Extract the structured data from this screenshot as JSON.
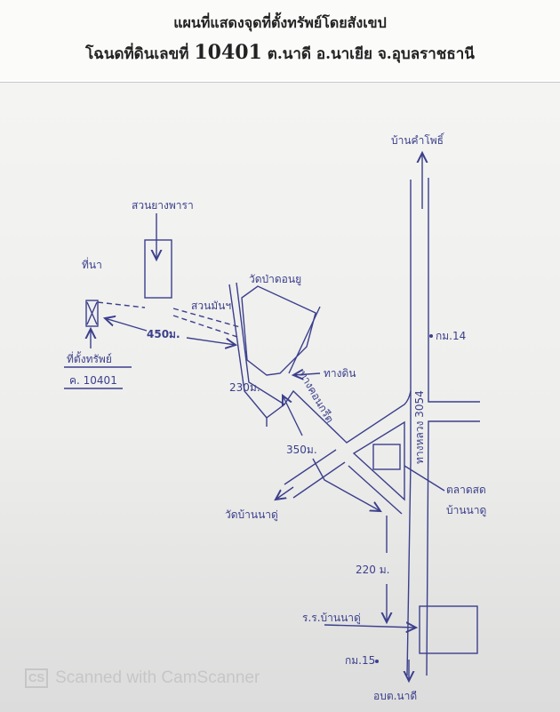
{
  "header": {
    "title": "แผนที่แสดงจุดที่ตั้งทรัพย์โดยสังเขป",
    "deed_prefix": "โฉนดที่ดินเลขที่",
    "deed_number": "10401",
    "location": "ต.นาดี  อ.นาเยีย จ.อุบลราชธานี"
  },
  "map": {
    "north_destination": "บ้านคำโพธิ์",
    "km14": "กม.14",
    "highway": "ทางหลวง 3054",
    "rubber_plantation": "สวนยางพารา",
    "paddy": "ที่นา",
    "cassava": "สวนมันฯ",
    "temple_forest": "วัดป่าดอนยู",
    "distance_450": "450ม.",
    "property_label": "ที่ตั้งทรัพย์",
    "deed_label": "ค. 10401",
    "dirt_road": "ทางดิน",
    "distance_230": "230ม.",
    "concrete_road": "ทางคอนกรีต",
    "distance_350": "350ม.",
    "village_temple": "วัดบ้านนาดู่",
    "market_line1": "ตลาดสด",
    "market_line2": "บ้านนาดู",
    "distance_220": "220 ม.",
    "school": "ร.ร.บ้านนาดู่",
    "km15": "กม.15",
    "south_destination": "อบต.นาดี",
    "property_color": "#f3ea3a"
  },
  "watermark": {
    "logo": "CS",
    "text": "Scanned with CamScanner"
  }
}
